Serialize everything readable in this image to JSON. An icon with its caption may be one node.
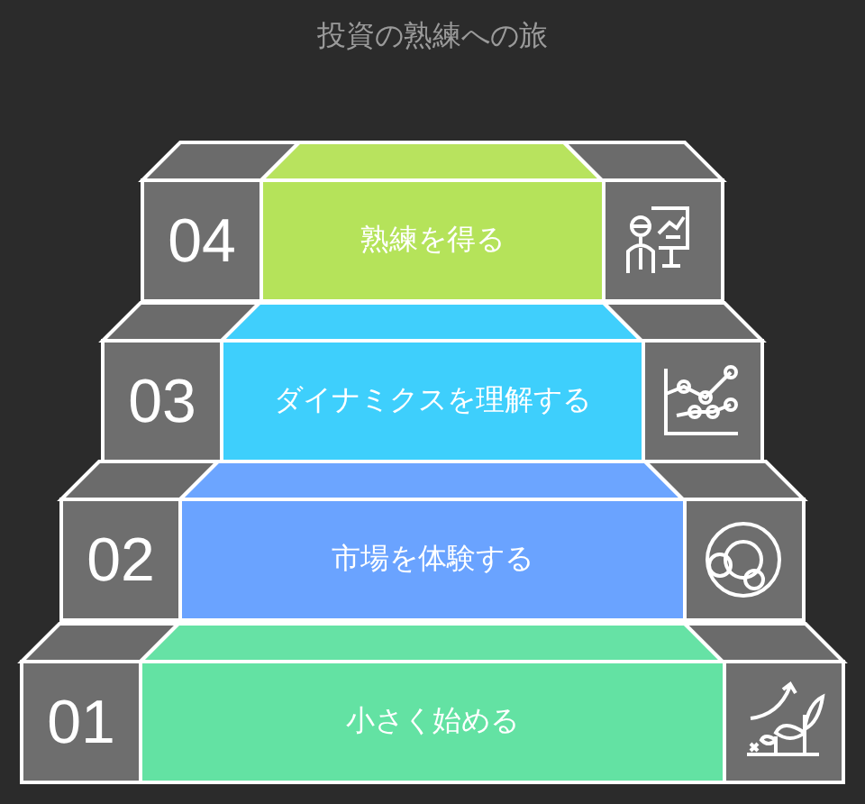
{
  "diagram": {
    "title": "投資の熟練への旅",
    "nodes": [
      {
        "text": [
          "熟練を得る"
        ]
      },
      {
        "text": [
          "ダイナミクスを理解する"
        ]
      },
      {
        "text": [
          "市場を体験する"
        ]
      },
      {
        "text": [
          "小さく始める"
        ]
      }
    ],
    "labels": [
      "04",
      "03",
      "02",
      "01"
    ]
  }
}
